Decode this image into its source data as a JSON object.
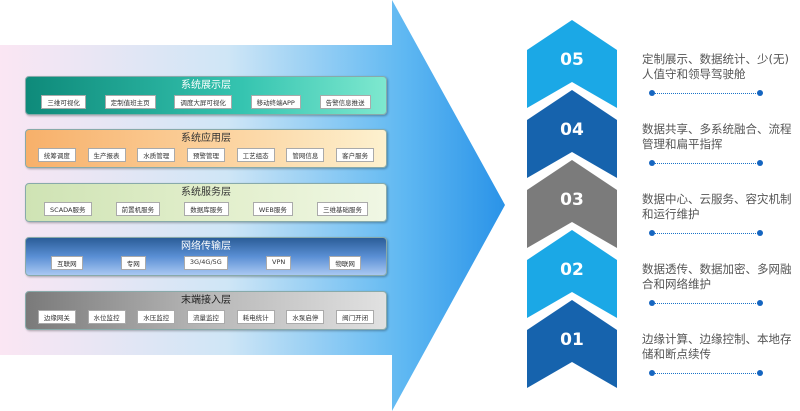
{
  "layers": [
    {
      "title": "系统展示层",
      "items": [
        "三维可视化",
        "定制值班主页",
        "调度大屏可视化",
        "移动终端APP",
        "告警信息推送"
      ]
    },
    {
      "title": "系统应用层",
      "items": [
        "统筹调度",
        "生产报表",
        "水质管理",
        "预警管理",
        "工艺组态",
        "管网信息",
        "客户服务"
      ]
    },
    {
      "title": "系统服务层",
      "items": [
        "SCADA服务",
        "前置机服务",
        "数据库服务",
        "WEB服务",
        "三维基础服务"
      ]
    },
    {
      "title": "网络传输层",
      "items": [
        "互联网",
        "专网",
        "3G/4G/5G",
        "VPN",
        "物联网"
      ]
    },
    {
      "title": "末端接入层",
      "items": [
        "边缘网关",
        "水位监控",
        "水压监控",
        "流量监控",
        "耗电统计",
        "水泵启停",
        "阀门开闭"
      ]
    }
  ],
  "steps": [
    {
      "num": "05",
      "color": "#1ba8e6",
      "desc": "定制展示、数据统计、少(无)人值守和领导驾驶舱"
    },
    {
      "num": "04",
      "color": "#1663ad",
      "desc": "数据共享、多系统融合、流程管理和扁平指挥"
    },
    {
      "num": "03",
      "color": "#7b7b7b",
      "desc": "数据中心、云服务、容灾机制和运行维护"
    },
    {
      "num": "02",
      "color": "#1ba8e6",
      "desc": "数据透传、数据加密、多网融合和网络维护"
    },
    {
      "num": "01",
      "color": "#1663ad",
      "desc": "边缘计算、边缘控制、本地存储和断点续传"
    }
  ]
}
